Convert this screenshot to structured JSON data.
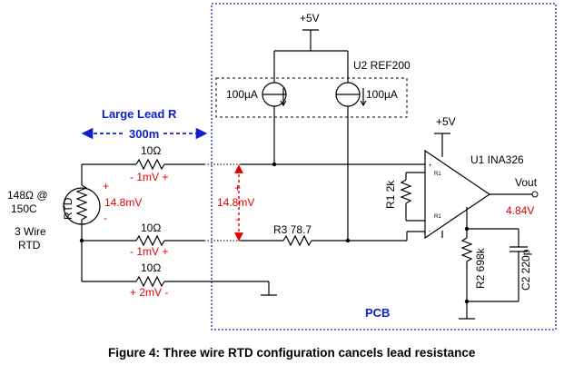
{
  "colors": {
    "ink": "#000000",
    "annotation": "#e00000",
    "pcb_border": "#1020c8",
    "label_blue": "#1020c8"
  },
  "labels": {
    "supply_top": "+5V",
    "supply_opamp": "+5V",
    "ref": "U2 REF200",
    "src_left": "100µA",
    "src_right": "100µA",
    "large_lead": "Large Lead R",
    "distance": "300m",
    "pcb": "PCB",
    "u1": "U1 INA326",
    "vout": "Vout",
    "vout_val": "4.84V",
    "r1": "R1 2k",
    "r2": "R2 698k",
    "c2": "C2 220p",
    "r3": "R3 78.7",
    "rtd_name": "RTD",
    "rtd_val1": "148Ω @",
    "rtd_val2": "150C",
    "rtd_wire1": "3 Wire",
    "rtd_wire2": "RTD",
    "lead1_r": "10Ω",
    "lead1_v": "- 1mV +",
    "lead2_r": "10Ω",
    "lead2_v": "- 1mV +",
    "lead3_r": "10Ω",
    "lead3_v": "+ 2mV -",
    "rtd_drop": "14.8mV",
    "mid_drop": "14.8mV",
    "plus": "+",
    "minus": "-",
    "pin_r1a": "R1",
    "pin_r1b": "R1",
    "caption": "Figure 4: Three wire RTD configuration cancels lead resistance"
  }
}
